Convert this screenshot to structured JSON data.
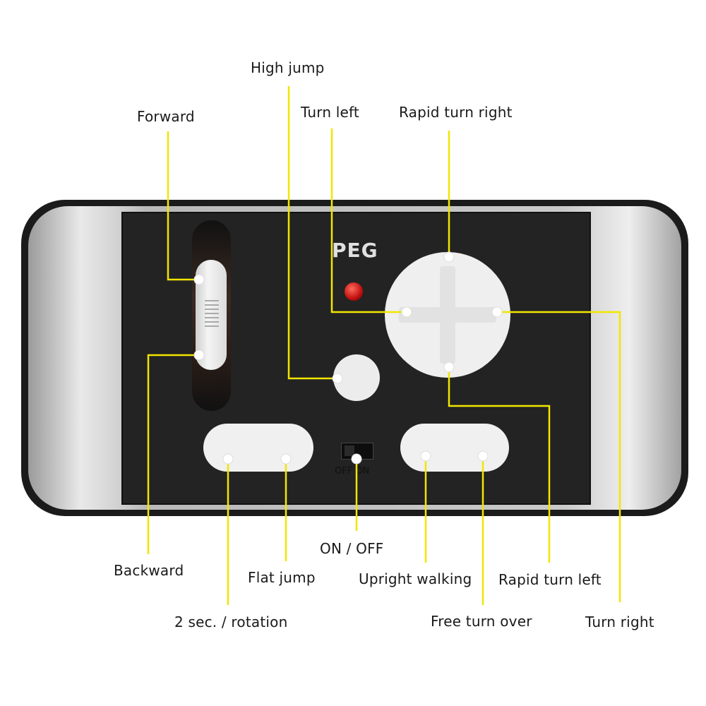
{
  "brand_text": "PEG",
  "switch_text": "OFF ON",
  "colors": {
    "leader_line": "#f2e600",
    "dot": "#ffffff"
  },
  "labels": {
    "high_jump": "High jump",
    "forward": "Forward",
    "turn_left": "Turn left",
    "rapid_turn_right": "Rapid turn right",
    "backward": "Backward",
    "flat_jump": "Flat jump",
    "on_off": "ON / OFF",
    "upright_walking": "Upright walking",
    "rapid_turn_left": "Rapid turn left",
    "rotation": "2 sec. / rotation",
    "free_turn_over": "Free turn over",
    "turn_right": "Turn right"
  }
}
